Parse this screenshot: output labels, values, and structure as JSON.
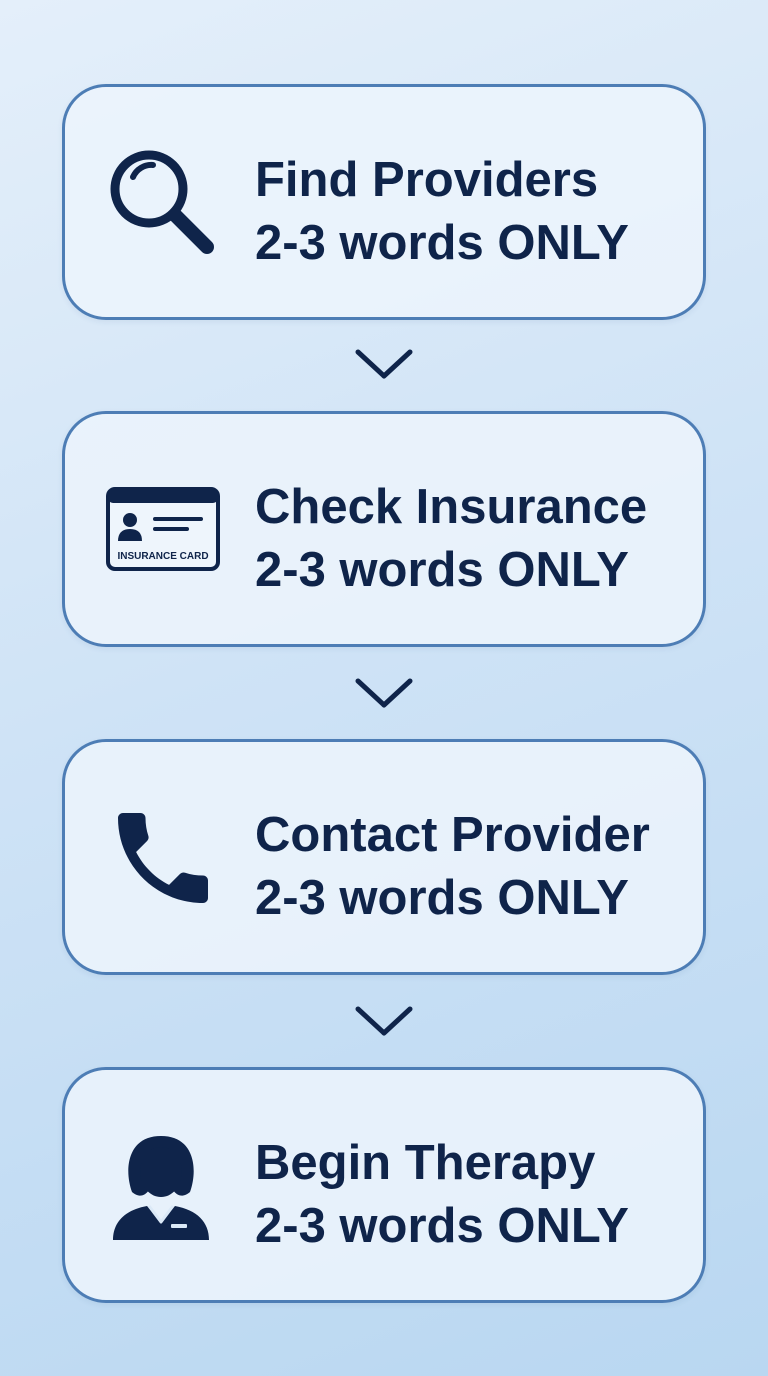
{
  "steps": [
    {
      "title": "Find Providers",
      "subtitle": "2-3 words ONLY",
      "icon": "search-icon"
    },
    {
      "title": "Check Insurance",
      "subtitle": "2-3 words ONLY",
      "icon": "insurance-card-icon",
      "icon_label": "INSURANCE CARD"
    },
    {
      "title": "Contact Provider",
      "subtitle": "2-3 words ONLY",
      "icon": "phone-icon"
    },
    {
      "title": "Begin Therapy",
      "subtitle": "2-3 words ONLY",
      "icon": "therapist-icon"
    }
  ],
  "connectors": [
    "chevron-down-icon",
    "chevron-down-icon",
    "chevron-down-icon"
  ],
  "colors": {
    "text": "#0f244a",
    "icon": "#0f244a",
    "card_border": "#4d7db5",
    "card_fill": "#ecf4fc",
    "background_top": "#e4effa",
    "background_bottom": "#b9d7f1"
  }
}
